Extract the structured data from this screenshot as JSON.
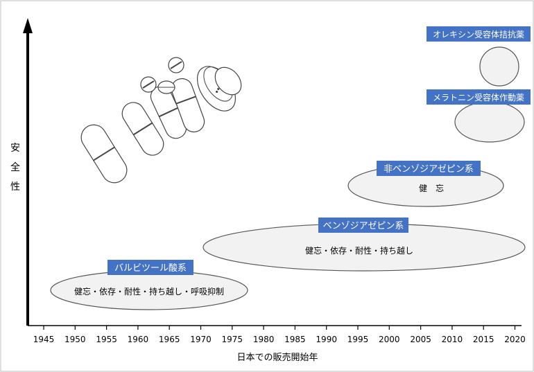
{
  "y_axis_label": [
    "安",
    "全",
    "性"
  ],
  "x_axis_label": "日本での販売開始年",
  "x_ticks": [
    "1945",
    "1950",
    "1955",
    "1960",
    "1965",
    "1970",
    "1975",
    "1980",
    "1985",
    "1990",
    "1995",
    "2000",
    "2005",
    "2010",
    "2015",
    "2020"
  ],
  "colors": {
    "label_fill": "#4472c4",
    "label_text": "#ffffff",
    "ellipse_fill": "#f2f2f2",
    "ellipse_stroke": "#555555",
    "axis": "#000000"
  },
  "drug_classes": [
    {
      "id": "barbiturate",
      "label": "バルビツール酸系",
      "notes": "健忘・依存・耐性・持ち越し・呼吸抑制"
    },
    {
      "id": "benzodiazepine",
      "label": "ベンゾジアゼピン系",
      "notes": "健忘・依存・耐性・持ち越し"
    },
    {
      "id": "non-benzodiazepine",
      "label": "非ベンゾジアゼピン系",
      "notes": "健　忘"
    },
    {
      "id": "melatonin",
      "label": "メラトニン受容体作動薬",
      "notes": ""
    },
    {
      "id": "orexin",
      "label": "オレキシン受容体拮抗薬",
      "notes": ""
    }
  ]
}
